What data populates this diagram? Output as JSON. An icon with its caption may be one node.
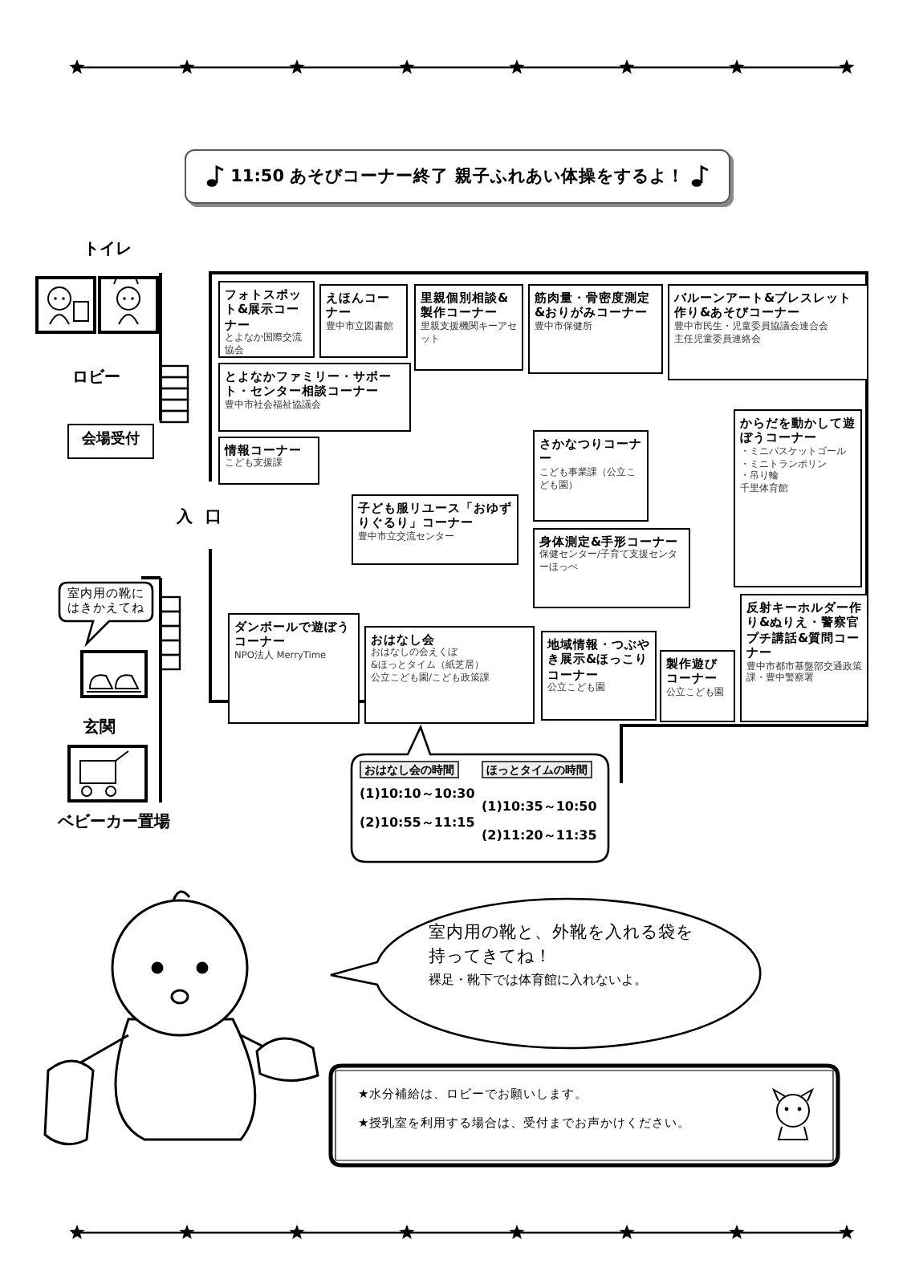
{
  "diagram": {
    "title": "11:50 あそびコーナー終了 親子ふれあい体操をするよ！",
    "nodes": [
      {
        "text": [
          "フォトスポット&展示コーナー",
          "とよなか国際交流協会"
        ]
      },
      {
        "text": [
          "えほんコーナー",
          "豊中市立図書館"
        ]
      },
      {
        "text": [
          "里親個別相談&製作コーナー",
          "里親支援機関キーアセット"
        ]
      },
      {
        "text": [
          "筋肉量・骨密度測定&おりがみコーナー",
          "豊中市保健所"
        ]
      },
      {
        "text": [
          "バルーンアート&ブレスレット作り&あそびコーナー",
          "豊中市民生・児童委員協議会連合会",
          "主任児童委員連絡会"
        ]
      },
      {
        "text": [
          "とよなかファミリー・サポート・センター相談コーナー",
          "豊中市社会福祉協議会"
        ]
      },
      {
        "text": [
          "情報コーナー",
          "こども支援課"
        ]
      },
      {
        "text": [
          "さかなつりコーナー",
          "こども事業課（公立こども園）"
        ]
      },
      {
        "text": [
          "からだを動かして遊ぼうコーナー",
          "・ミニバスケットゴール",
          "・ミニトランポリン",
          "・吊り輪",
          "千里体育館"
        ]
      },
      {
        "text": [
          "子ども服リユース「おゆずりぐるり」コーナー",
          "豊中市立交流センター"
        ]
      },
      {
        "text": [
          "身体測定&手形コーナー",
          "保健センター/子育て支援センターほっぺ"
        ]
      },
      {
        "text": [
          "ダンボールで遊ぼうコーナー",
          "NPO法人 MerryTime"
        ]
      },
      {
        "text": [
          "おはなし会",
          "おはなしの会えくぼ",
          "&ほっとタイム（紙芝居）",
          "公立こども園/こども政策課"
        ]
      },
      {
        "text": [
          "地域情報・つぶやき展示&ほっこりコーナー",
          "公立こども園"
        ]
      },
      {
        "text": [
          "製作遊びコーナー",
          "公立こども園"
        ]
      },
      {
        "text": [
          "反射キーホルダー作り&ぬりえ・警察官プチ講話&質問コーナー",
          "豊中市都市基盤部交通政策課・豊中警察署"
        ]
      },
      {
        "text": [
          "会場受付"
        ]
      },
      {
        "text": [
          "室内用の靴にはきかえてね"
        ]
      },
      {
        "text": [
          "おはなし会の時間",
          "ほっとタイムの時間",
          "(1)10:10～10:30",
          "(2)10:55～11:15",
          "(1)10:35～10:50",
          "(2)11:20～11:35"
        ]
      },
      {
        "text": [
          "室内用の靴と、外靴を入れる袋を持ってきてね！",
          "裸足・靴下では体育館に入れないよ。"
        ]
      },
      {
        "text": [
          "★水分補給は、ロビーでお願いします。",
          "★授乳室を利用する場合は、受付までお声かけください。"
        ]
      }
    ],
    "labels": [
      "トイレ",
      "ロビー",
      "入口",
      "玄関",
      "ベビーカー置場"
    ]
  }
}
